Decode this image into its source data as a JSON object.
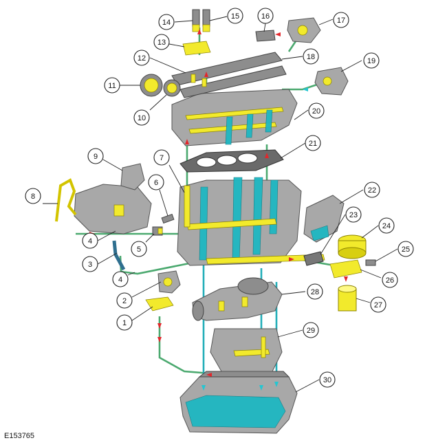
{
  "callouts": [
    {
      "id": "1",
      "label": "1"
    },
    {
      "id": "2",
      "label": "2"
    },
    {
      "id": "3",
      "label": "3"
    },
    {
      "id": "4a",
      "label": "4"
    },
    {
      "id": "4b",
      "label": "4"
    },
    {
      "id": "5",
      "label": "5"
    },
    {
      "id": "6",
      "label": "6"
    },
    {
      "id": "7",
      "label": "7"
    },
    {
      "id": "8",
      "label": "8"
    },
    {
      "id": "9",
      "label": "9"
    },
    {
      "id": "10",
      "label": "10"
    },
    {
      "id": "11",
      "label": "11"
    },
    {
      "id": "12",
      "label": "12"
    },
    {
      "id": "13",
      "label": "13"
    },
    {
      "id": "14",
      "label": "14"
    },
    {
      "id": "15",
      "label": "15"
    },
    {
      "id": "16",
      "label": "16"
    },
    {
      "id": "17",
      "label": "17"
    },
    {
      "id": "18",
      "label": "18"
    },
    {
      "id": "19",
      "label": "19"
    },
    {
      "id": "20",
      "label": "20"
    },
    {
      "id": "21",
      "label": "21"
    },
    {
      "id": "22",
      "label": "22"
    },
    {
      "id": "23",
      "label": "23"
    },
    {
      "id": "24",
      "label": "24"
    },
    {
      "id": "25",
      "label": "25"
    },
    {
      "id": "26",
      "label": "26"
    },
    {
      "id": "27",
      "label": "27"
    },
    {
      "id": "28",
      "label": "28"
    },
    {
      "id": "29",
      "label": "29"
    },
    {
      "id": "30",
      "label": "30"
    }
  ],
  "document_code": "E153765",
  "colors": {
    "pressure_arrow": "#e3262b",
    "return_arrow": "#24c6d2",
    "oil_gallery": "#f2ea2c",
    "oil_return": "#1fb7c2",
    "feed_pipe": "#4ba96f",
    "component_gray": "#a8a8a8"
  }
}
